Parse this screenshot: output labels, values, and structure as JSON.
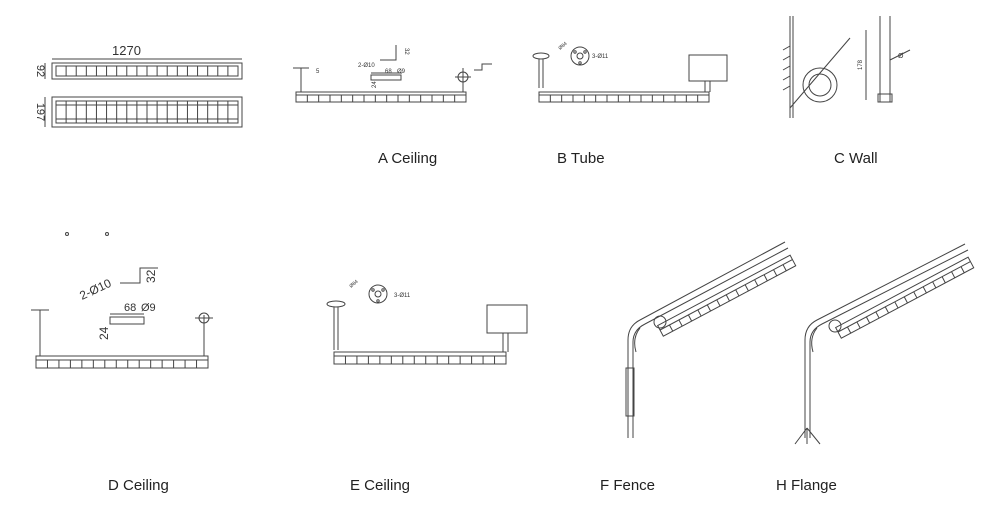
{
  "dims": {
    "length": "1270",
    "height": "92",
    "width": "197"
  },
  "captions": {
    "a": "A Ceiling",
    "b": "B Tube",
    "c": "C Wall",
    "d": "D Ceiling",
    "e": "E Ceiling",
    "f": "F Fence",
    "h": "H Flange"
  },
  "annotations": {
    "a_hole": "2-Ø10",
    "a_spacing": "68",
    "a_dia": "Ø9",
    "a_height": "32",
    "a_width": "24",
    "a_small": "5",
    "b_dia": "Ø84",
    "b_holes": "3-Ø11",
    "c_height": "178",
    "c_dia": "Ø",
    "d_hole": "2-Ø10",
    "d_spacing": "68",
    "d_dia": "Ø9",
    "d_height": "32",
    "d_width": "24",
    "e_dia": "Ø84",
    "e_holes": "3-Ø11"
  }
}
